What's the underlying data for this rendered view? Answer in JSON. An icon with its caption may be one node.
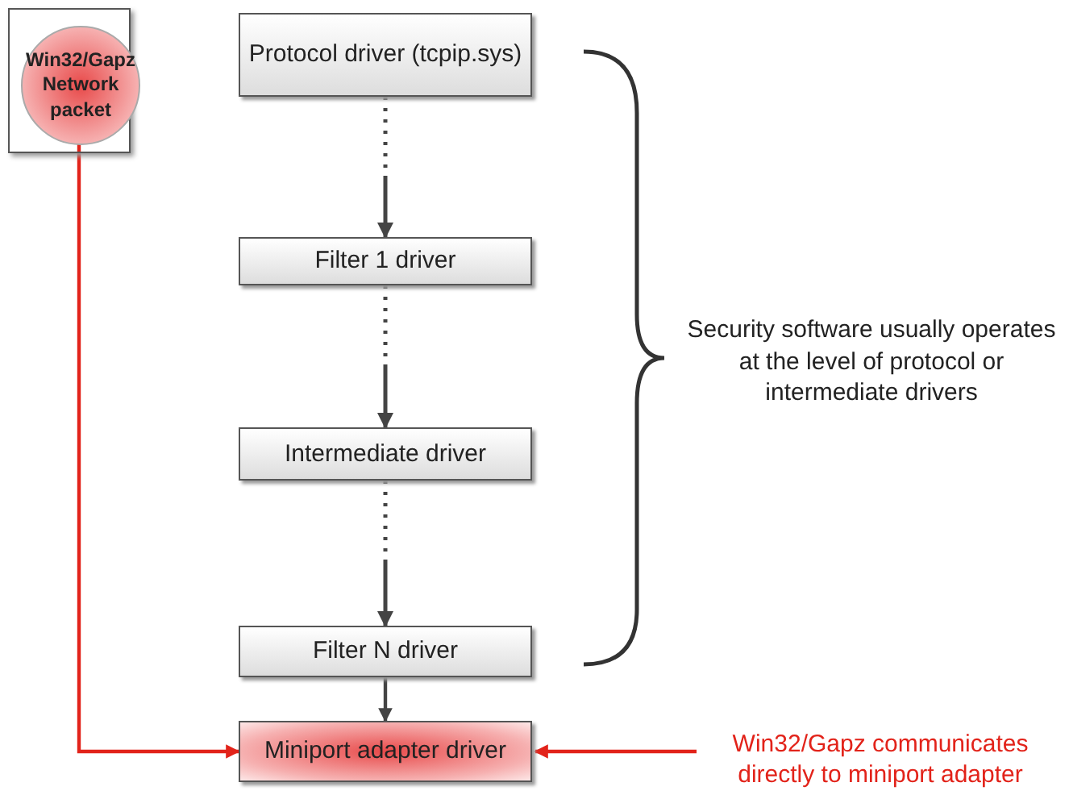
{
  "diagram": {
    "nodes": [
      {
        "text": [],
        "shape": "box"
      },
      {
        "text": [
          "Win32/Gapz Network packet"
        ],
        "in": 0
      },
      {
        "text": [
          "Protocol driver (tcpip.sys)"
        ]
      },
      {
        "text": [
          "Filter 1 driver"
        ]
      },
      {
        "text": [
          "Intermediate driver"
        ]
      },
      {
        "text": [
          "Filter N driver"
        ]
      },
      {
        "text": [
          "Miniport adapter driver"
        ]
      },
      {
        "text": [
          "Win32/Gapz communicates directly to miniport adapter"
        ]
      }
    ],
    "edges": [
      {
        "from": 2,
        "to": 3,
        "arrow": "to",
        "style": "dashed"
      },
      {
        "from": 3,
        "to": 4,
        "arrow": "to",
        "style": "dashed"
      },
      {
        "from": 4,
        "to": 5,
        "arrow": "to",
        "style": "dashed"
      },
      {
        "from": 5,
        "to": 6,
        "arrow": "to"
      },
      {
        "from": 1,
        "to": 6,
        "arrow": "to",
        "color": "#e2231a"
      },
      {
        "from": 7,
        "to": 6,
        "arrow": "to",
        "color": "#e2231a"
      }
    ],
    "labels": [
      "Security software usually operates at the level of protocol or intermediate drivers"
    ]
  }
}
